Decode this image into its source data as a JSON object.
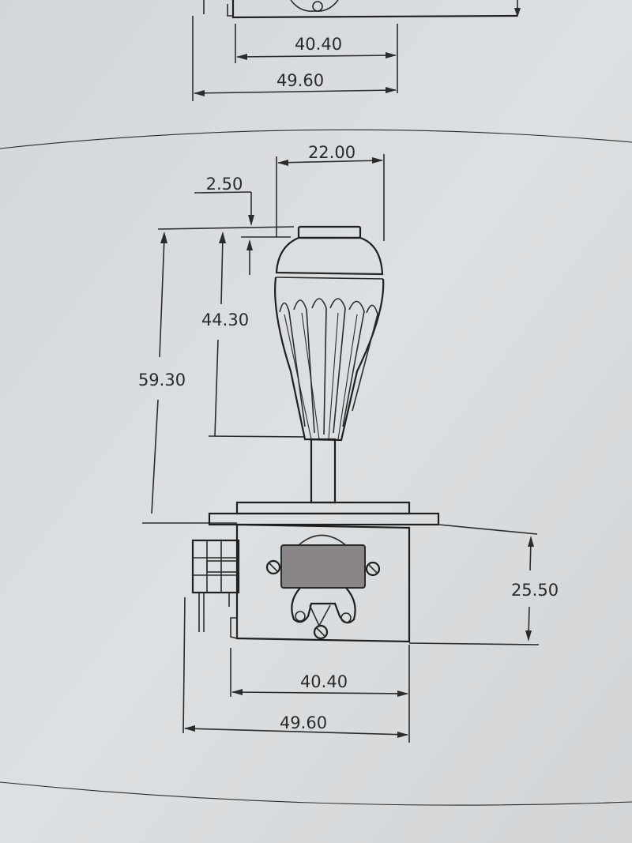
{
  "top_view": {
    "dim_inner_width": "40.40",
    "dim_outer_width": "49.60"
  },
  "side_view": {
    "dim_knob_width": "22.00",
    "dim_offset": "2.50",
    "dim_handle_height": "44.30",
    "dim_total_height": "59.30",
    "dim_housing_height": "25.50",
    "dim_inner_width": "40.40",
    "dim_outer_width": "49.60"
  },
  "colors": {
    "paper": "#d9dcdf",
    "ink": "#2b2b2b",
    "label_plate": "#8a8589"
  }
}
